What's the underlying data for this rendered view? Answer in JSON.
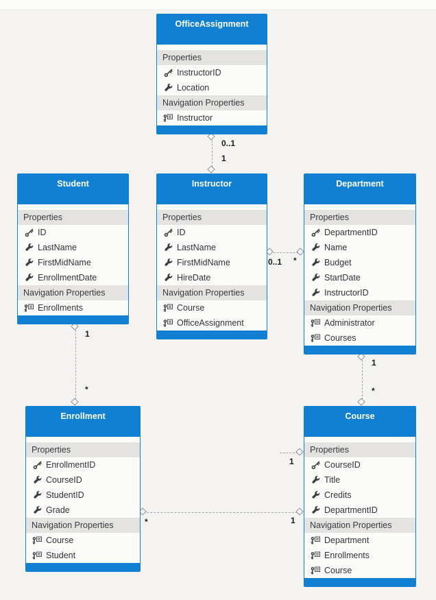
{
  "colors": {
    "accent": "#1180d2",
    "section_band": "#e4e3e1",
    "page_background": "#f4f3f1",
    "row_background": "#fbfbfa",
    "connector_line": "#a3a3a3"
  },
  "section_labels": {
    "properties": "Properties",
    "navigation": "Navigation Properties"
  },
  "entities": [
    {
      "id": "officeassignment",
      "name": "OfficeAssignment",
      "properties": [
        {
          "icon": "key-icon",
          "label": "InstructorID"
        },
        {
          "icon": "wrench-icon",
          "label": "Location"
        }
      ],
      "navigation": [
        {
          "icon": "navigation-icon",
          "label": "Instructor"
        }
      ]
    },
    {
      "id": "student",
      "name": "Student",
      "properties": [
        {
          "icon": "key-icon",
          "label": "ID"
        },
        {
          "icon": "wrench-icon",
          "label": "LastName"
        },
        {
          "icon": "wrench-icon",
          "label": "FirstMidName"
        },
        {
          "icon": "wrench-icon",
          "label": "EnrollmentDate"
        }
      ],
      "navigation": [
        {
          "icon": "navigation-icon",
          "label": "Enrollments"
        }
      ]
    },
    {
      "id": "instructor",
      "name": "Instructor",
      "properties": [
        {
          "icon": "key-icon",
          "label": "ID"
        },
        {
          "icon": "wrench-icon",
          "label": "LastName"
        },
        {
          "icon": "wrench-icon",
          "label": "FirstMidName"
        },
        {
          "icon": "wrench-icon",
          "label": "HireDate"
        }
      ],
      "navigation": [
        {
          "icon": "navigation-icon",
          "label": "Course"
        },
        {
          "icon": "navigation-icon",
          "label": "OfficeAssignment"
        }
      ]
    },
    {
      "id": "department",
      "name": "Department",
      "properties": [
        {
          "icon": "key-icon",
          "label": "DepartmentID"
        },
        {
          "icon": "wrench-icon",
          "label": "Name"
        },
        {
          "icon": "wrench-icon",
          "label": "Budget"
        },
        {
          "icon": "wrench-icon",
          "label": "StartDate"
        },
        {
          "icon": "wrench-icon",
          "label": "InstructorID"
        }
      ],
      "navigation": [
        {
          "icon": "navigation-icon",
          "label": "Administrator"
        },
        {
          "icon": "navigation-icon",
          "label": "Courses"
        }
      ]
    },
    {
      "id": "enrollment",
      "name": "Enrollment",
      "properties": [
        {
          "icon": "key-icon",
          "label": "EnrollmentID"
        },
        {
          "icon": "wrench-icon",
          "label": "CourseID"
        },
        {
          "icon": "wrench-icon",
          "label": "StudentID"
        },
        {
          "icon": "wrench-icon",
          "label": "Grade"
        }
      ],
      "navigation": [
        {
          "icon": "navigation-icon",
          "label": "Course"
        },
        {
          "icon": "navigation-icon",
          "label": "Student"
        }
      ]
    },
    {
      "id": "course",
      "name": "Course",
      "properties": [
        {
          "icon": "key-icon",
          "label": "CourseID"
        },
        {
          "icon": "wrench-icon",
          "label": "Title"
        },
        {
          "icon": "wrench-icon",
          "label": "Credits"
        },
        {
          "icon": "wrench-icon",
          "label": "DepartmentID"
        }
      ],
      "navigation": [
        {
          "icon": "navigation-icon",
          "label": "Department"
        },
        {
          "icon": "navigation-icon",
          "label": "Enrollments"
        },
        {
          "icon": "navigation-icon",
          "label": "Course"
        }
      ]
    }
  ],
  "connectors": {
    "officeassignment_instructor": {
      "end1": "0..1",
      "end2": "1"
    },
    "instructor_department": {
      "end1": "0..1",
      "end2": "*"
    },
    "student_enrollment": {
      "end1": "1",
      "end2": "*"
    },
    "department_course": {
      "end1": "1",
      "end2": "*"
    },
    "enrollment_course": {
      "end1": "*",
      "end2": "1"
    },
    "course_partial": {
      "end1": "1"
    }
  }
}
